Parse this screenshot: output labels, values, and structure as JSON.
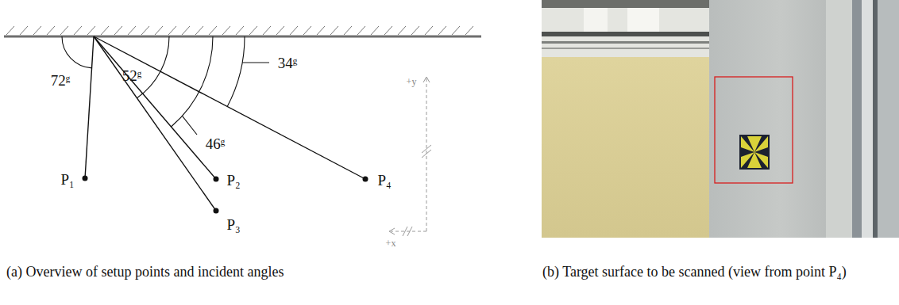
{
  "diagram": {
    "labels": [
      "72ᵍ",
      "52ᵍ",
      "46ᵍ",
      "34ᵍ",
      "P₁",
      "P₂",
      "P₃",
      "P₄",
      "+y",
      "+x",
      "(a) Overview of setup points and incident angles",
      "(b) Target surface to be scanned (view from point P₄)"
    ]
  }
}
